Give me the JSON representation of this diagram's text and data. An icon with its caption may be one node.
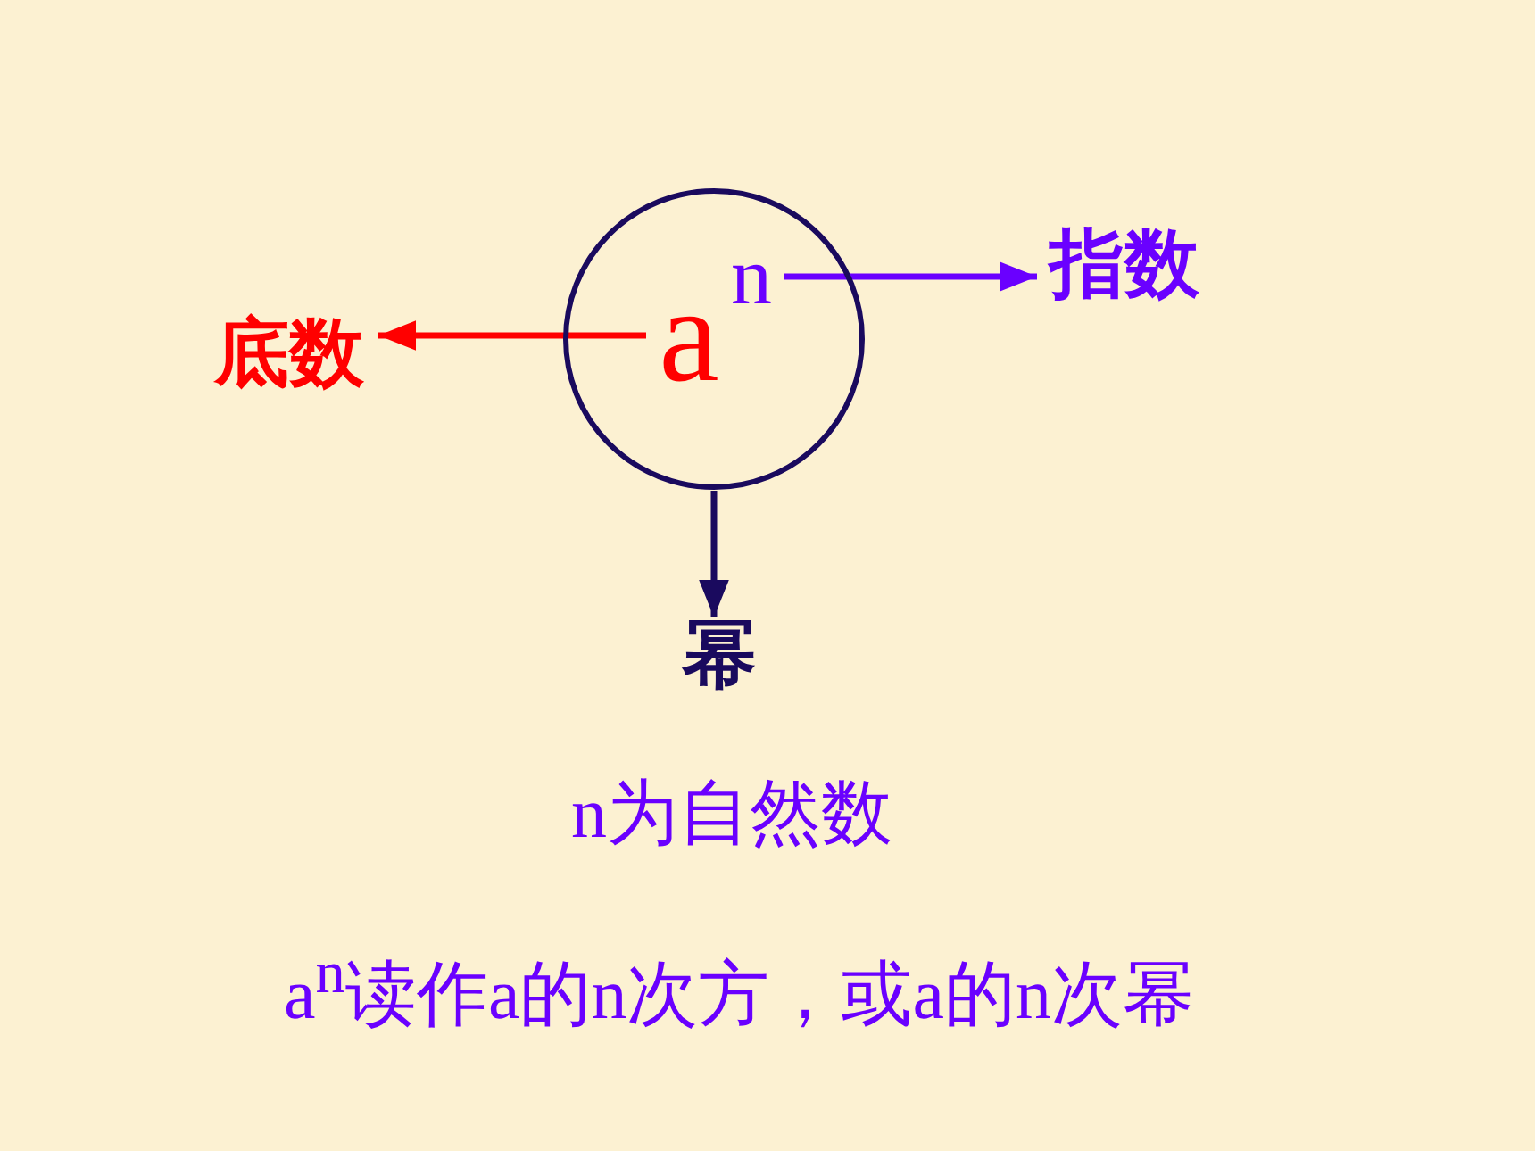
{
  "diagram": {
    "nodes": [
      {
        "text": [],
        "shape": "circle"
      },
      {
        "text": [
          "a"
        ],
        "in": 0
      },
      {
        "text": [
          "n"
        ],
        "in": 0
      },
      {
        "text": [
          "底数"
        ]
      },
      {
        "text": [
          "指数"
        ]
      },
      {
        "text": [
          "幂"
        ]
      }
    ],
    "edges": [
      {
        "from": 1,
        "to": 3,
        "arrow": "to",
        "color": "#ff0000"
      },
      {
        "from": 2,
        "to": 4,
        "arrow": "to",
        "color": "#6a00ff"
      },
      {
        "from": 0,
        "to": 5,
        "arrow": "to",
        "color": "#1a0a5e"
      }
    ],
    "labels": [
      "n为自然数",
      "a$^{n}$读作a的n次方，或a的n次幂"
    ]
  }
}
